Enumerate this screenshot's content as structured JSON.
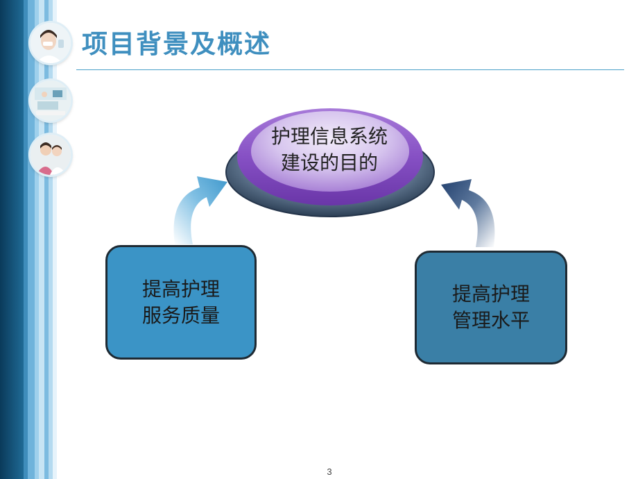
{
  "slide": {
    "title": "项目背景及概述",
    "center_label": "护理信息系统\n建设的目的",
    "left_box": "提高护理\n服务质量",
    "right_box": "提高护理\n管理水平",
    "page_number": "3"
  },
  "colors": {
    "title": "#3f8fbf",
    "left_box": "#3b94c6",
    "right_box": "#3a7fa6",
    "ellipse": "#8e55c9",
    "left_arrow": "#4aa3d3",
    "right_arrow": "#2b4a78"
  },
  "decor": {
    "photos": [
      "nurse-photo",
      "hospital-room-photo",
      "nurse-patient-photo"
    ]
  }
}
